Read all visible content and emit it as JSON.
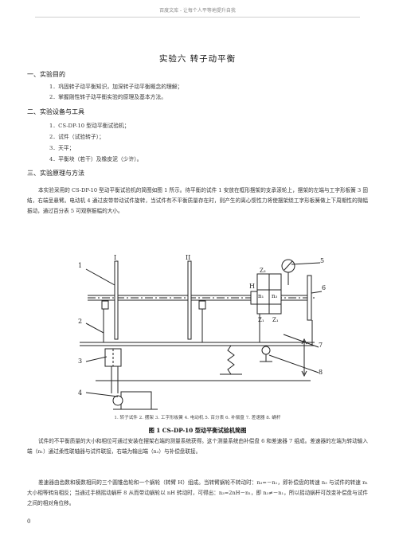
{
  "header": {
    "text": "百度文库 - 让每个人平等地提升自我"
  },
  "title": "实验六    转子动平衡",
  "sections": [
    {
      "heading": "一、实验目的",
      "items": [
        "1．巩固转子动平衡知识，加深转子动平衡概念的理解；",
        "2．掌握刚性转子动平衡实验的原理及基本方法。"
      ]
    },
    {
      "heading": "二、实验设备与工具",
      "items": [
        "1．CS-DP-10 型动平衡试验机；",
        "2．试件（试验转子）；",
        "3．天平；",
        "4．平衡块（若干）及橡皮泥（少许）。"
      ]
    },
    {
      "heading": "三、实验原理与方法"
    }
  ],
  "intro_paragraph": "本实验采用的 CS-DP-10 型动平衡试验机的简图如图 1 所示。待平衡的试件 1 安放在框形摆架的支承滚轮上，摆架的左端与工字形板簧 3 固结，右端呈悬臂。电动机 4 通过皮带带动试件旋转，当试件有不平衡质量存在时，则产生的离心惯性力将使摆架绕工字形板簧做上下周期性的微幅振动，通过百分表 5 可观察振幅的大小。",
  "figure": {
    "part_numbers": [
      "1",
      "2",
      "3",
      "4",
      "5",
      "6",
      "7",
      "8"
    ],
    "roman_labels": [
      "I",
      "II"
    ],
    "mechanism_labels": {
      "H": "H",
      "z3": "Z₃",
      "n1": "n₁",
      "n3": "n₃",
      "z1": "Z₁",
      "z_1": "Z₁"
    },
    "legend": "1. 转子试件   2. 摆架   3. 工字形板簧   4. 电动机   5. 百分表   6. 补偿盘   7. 差速器   8. 蜗杆",
    "caption": "图 1    CS-DP-10 型动平衡试验机简图"
  },
  "paragraph2": "试件的不平衡质量的大小和相位可通过安装在摆架右端的测量系统获得。这个测量系统由补偿盘 6 和差速器 7 组成。差速器的左端为转动输入端（n₁）通过柔性联轴器与试件联接，右端为输出端（n₃）与补偿盘联接。",
  "paragraph3": "差速器由齿数和模数相同的三个圆锥齿轮和一个蜗轮（转臂 H）组成。当转臂蜗轮不转动时：n₃=－n₁，即补偿盘的转速 n₃ 与试件的转速 n₁ 大小相等转向相反；当通过手柄摇动蜗杆 8 从而带动蜗轮以 nH 转动时，可得出：n₃=2nH－n₁，即 n₃≠－n₁，所以摇动蜗杆可改变补偿盘与试件之间的相对角位移。",
  "page_number": "0"
}
